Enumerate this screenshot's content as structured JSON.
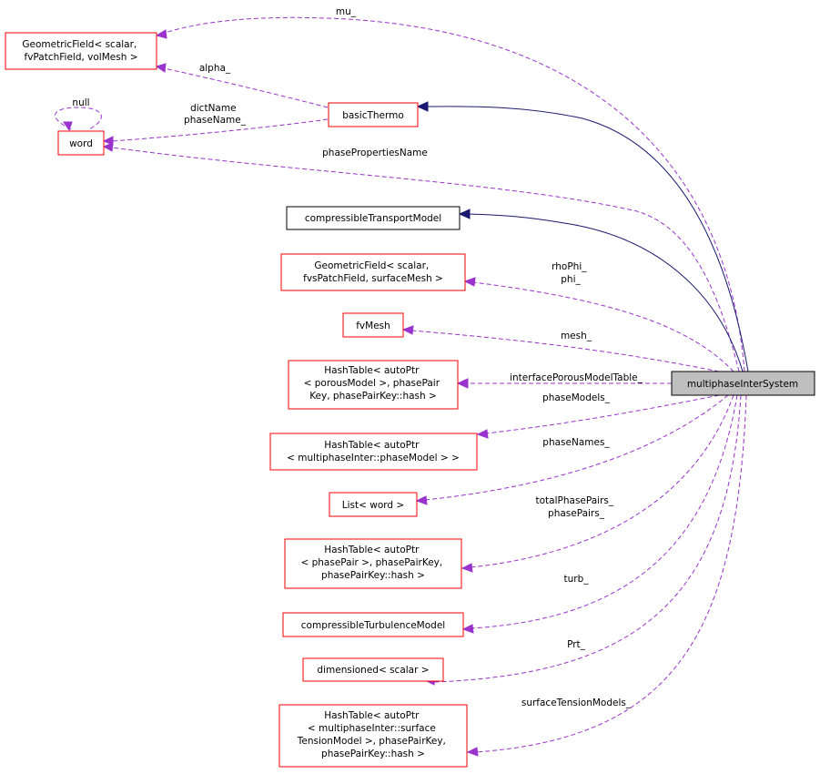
{
  "nodes": {
    "geo_vol": [
      "GeometricField< scalar,",
      "fvPatchField, volMesh >"
    ],
    "basic_thermo": [
      "basicThermo"
    ],
    "word": [
      "word"
    ],
    "comp_transport": [
      "compressibleTransportModel"
    ],
    "geo_surf": [
      "GeometricField< scalar,",
      "fvsPatchField, surfaceMesh >"
    ],
    "fvmesh": [
      "fvMesh"
    ],
    "hash_porous": [
      "HashTable< autoPtr",
      "< porousModel >, phasePair",
      "Key, phasePairKey::hash >"
    ],
    "hash_phase_model": [
      "HashTable< autoPtr",
      "< multiphaseInter::phaseModel > >"
    ],
    "list_word": [
      "List< word >"
    ],
    "hash_phase_pair": [
      "HashTable< autoPtr",
      "< phasePair >, phasePairKey,",
      "phasePairKey::hash >"
    ],
    "comp_turb": [
      "compressibleTurbulenceModel"
    ],
    "dimensioned": [
      "dimensioned< scalar >"
    ],
    "hash_surface": [
      "HashTable< autoPtr",
      "< multiphaseInter::surface",
      "TensionModel >, phasePairKey,",
      "phasePairKey::hash >"
    ],
    "focus": [
      "multiphaseInterSystem"
    ]
  },
  "edge_labels": {
    "mu": [
      "mu_"
    ],
    "alpha": [
      "alpha_"
    ],
    "null": [
      "null"
    ],
    "dict_phase_name": [
      "dictName",
      "phaseName_"
    ],
    "phase_properties_name": [
      "phasePropertiesName"
    ],
    "rho_phi": [
      "rhoPhi_",
      "phi_"
    ],
    "mesh": [
      "mesh_"
    ],
    "interface_porous": [
      "interfacePorousModelTable_"
    ],
    "phase_models": [
      "phaseModels_"
    ],
    "phase_names": [
      "phaseNames_"
    ],
    "phase_pairs": [
      "totalPhasePairs_",
      "phasePairs_"
    ],
    "turb": [
      "turb_"
    ],
    "prt": [
      "Prt_"
    ],
    "surface_tension": [
      "surfaceTensionModels_"
    ]
  },
  "colors": {
    "node_border": "#ff0000",
    "focus_fill": "#bfbfbf",
    "inheritance_edge": "#191970",
    "member_edge": "#9a32cd"
  }
}
